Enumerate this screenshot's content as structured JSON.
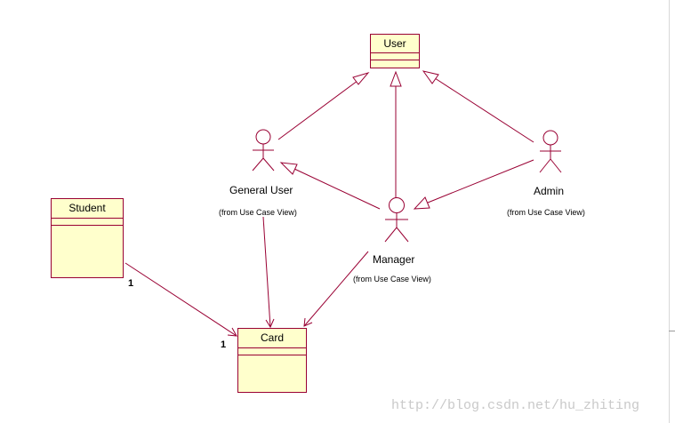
{
  "colors": {
    "line": "#990033",
    "class_fill": "#ffffcc"
  },
  "classes": {
    "user": "User",
    "student": "Student",
    "card": "Card"
  },
  "actors": {
    "general_user": {
      "name": "General User",
      "note": "(from Use Case View)"
    },
    "manager": {
      "name": "Manager",
      "note": "(from Use Case View)"
    },
    "admin": {
      "name": "Admin",
      "note": "(from Use Case View)"
    }
  },
  "multiplicity": {
    "student_end": "1",
    "card_end": "1"
  },
  "watermark": "http://blog.csdn.net/hu_zhiting"
}
